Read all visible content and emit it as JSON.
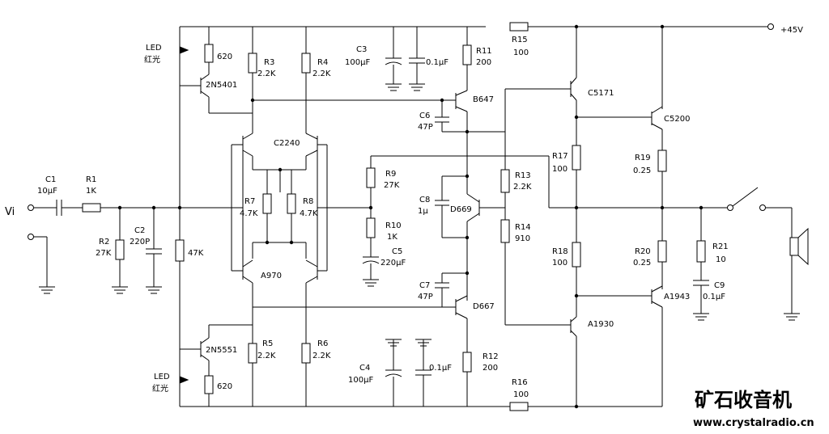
{
  "labels": {
    "supply": "+45V",
    "input": "Vi",
    "c1": "C1",
    "c1_val": "10μF",
    "r1": "R1",
    "r1_val": "1K",
    "r2": "R2",
    "r2_val": "27K",
    "c2": "C2",
    "c2_val": "220P",
    "r47k": "47K",
    "led_top": "LED",
    "led_top_cn": "红光",
    "led_bot": "LED",
    "led_bot_cn": "红光",
    "r620_top": "620",
    "r620_bot": "620",
    "q_2n5401": "2N5401",
    "q_2n5551": "2N5551",
    "r3": "R3",
    "r3_val": "2.2K",
    "r4": "R4",
    "r4_val": "2.2K",
    "q_c2240": "C2240",
    "r7": "R7",
    "r7_val": "4.7K",
    "r8": "R8",
    "r8_val": "4.7K",
    "q_a970": "A970",
    "r5": "R5",
    "r5_val": "2.2K",
    "r6": "R6",
    "r6_val": "2.2K",
    "c3": "C3",
    "c3_val": "100μF",
    "c3b_val": "0.1μF",
    "r9": "R9",
    "r9_val": "27K",
    "r10": "R10",
    "r10_val": "1K",
    "c5": "C5",
    "c5_val": "220μF",
    "c4": "C4",
    "c4_val": "100μF",
    "c4b_val": "0.1μF",
    "r11": "R11",
    "r11_val": "200",
    "q_b647": "B647",
    "c6": "C6",
    "c6_val": "47P",
    "c8": "C8",
    "c8_val": "1μ",
    "q_d669": "D669",
    "r13": "R13",
    "r13_val": "2.2K",
    "r14": "R14",
    "r14_val": "910",
    "c7": "C7",
    "c7_val": "47P",
    "q_d667": "D667",
    "r12": "R12",
    "r12_val": "200",
    "r15": "R15",
    "r15_val": "100",
    "r16": "R16",
    "r16_val": "100",
    "q_c5171": "C5171",
    "q_c5200": "C5200",
    "r17": "R17",
    "r17_val": "100",
    "r18": "R18",
    "r18_val": "100",
    "r19": "R19",
    "r19_val": "0.25",
    "r20": "R20",
    "r20_val": "0.25",
    "q_a1930": "A1930",
    "q_a1943": "A1943",
    "r21": "R21",
    "r21_val": "10",
    "c9": "C9",
    "c9_val": "0.1μF"
  },
  "watermark": {
    "cn": "矿石收音机",
    "url": "www.crystalradio.cn",
    "color": "#1f3f8f"
  }
}
